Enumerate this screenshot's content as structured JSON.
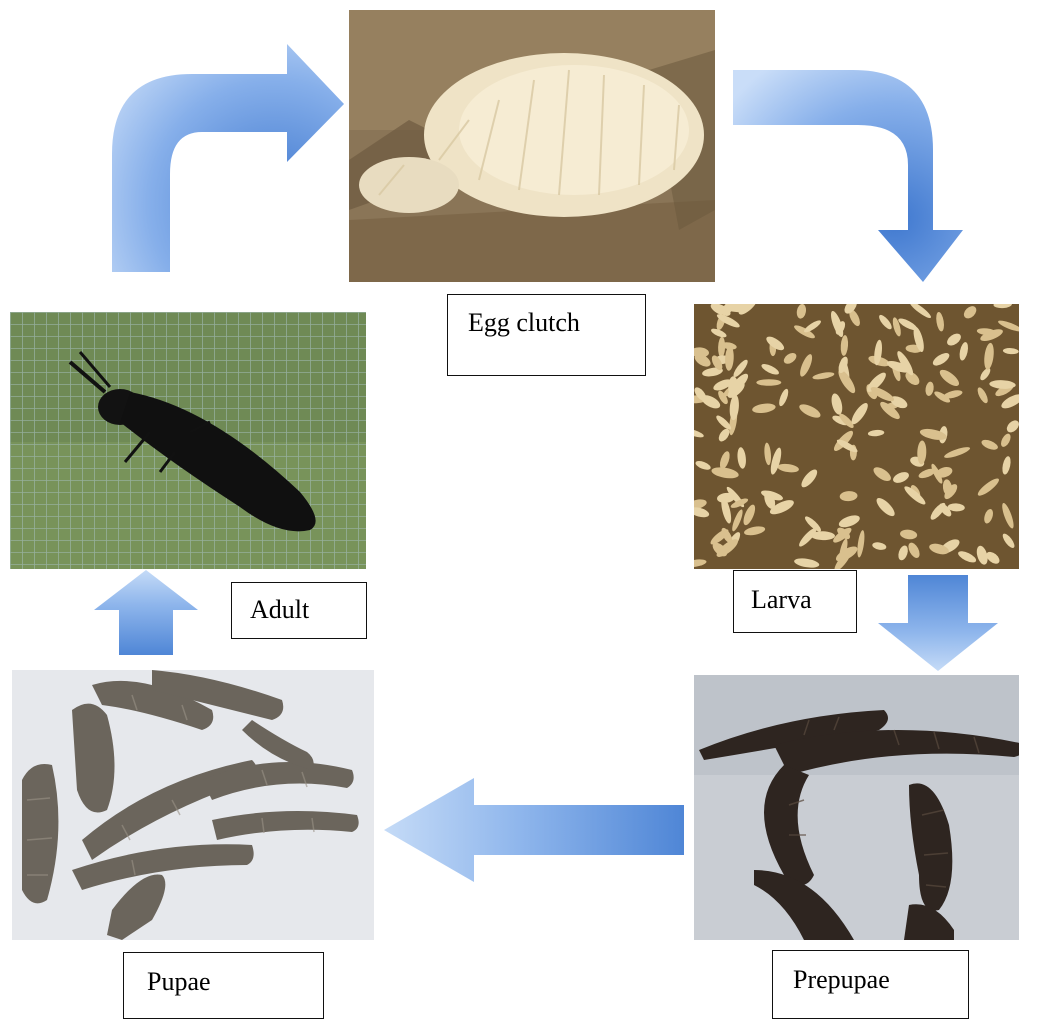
{
  "diagram": {
    "stages": [
      {
        "id": "egg",
        "label": "Egg clutch"
      },
      {
        "id": "larva",
        "label": "Larva"
      },
      {
        "id": "prepupae",
        "label": "Prepupae"
      },
      {
        "id": "pupae",
        "label": "Pupae"
      },
      {
        "id": "adult",
        "label": "Adult"
      }
    ]
  },
  "colors": {
    "arrow_light": "#b9d3f5",
    "arrow_dark": "#5d8fd9",
    "label_border": "#111111"
  }
}
